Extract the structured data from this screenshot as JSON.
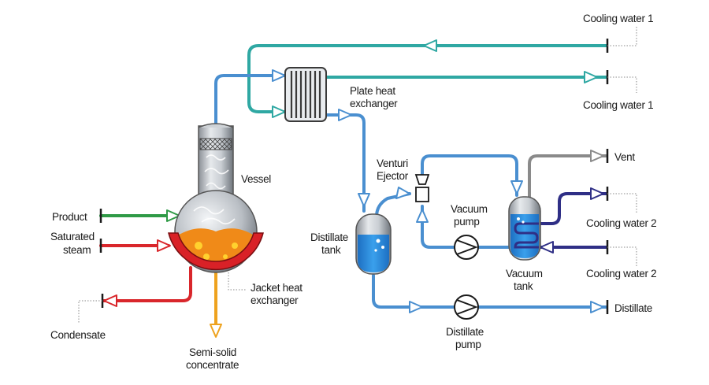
{
  "colors": {
    "cooling_water_1": "#2fa8a3",
    "vapor_distillate": "#4a8fd0",
    "product": "#2f9a46",
    "steam": "#d9262b",
    "concentrate": "#eea21e",
    "vent": "#8a8a8a",
    "cooling_water_2": "#2f2f86",
    "jacket": "#d92127",
    "liquid_orange": "#f08a18",
    "liquid_blue": "#2f8ee0"
  },
  "labels": {
    "cooling_water_1_top": "Cooling water 1",
    "cooling_water_1_bottom": "Cooling water 1",
    "plate_hx_line1": "Plate heat",
    "plate_hx_line2": "exchanger",
    "vessel": "Vessel",
    "product": "Product",
    "saturated_line1": "Saturated",
    "saturated_line2": "steam",
    "condensate": "Condensate",
    "jacket_line1": "Jacket heat",
    "jacket_line2": "exchanger",
    "semisolid_line1": "Semi-solid",
    "semisolid_line2": "concentrate",
    "venturi_line1": "Venturi",
    "venturi_line2": "Ejector",
    "distillate_tank_line1": "Distillate",
    "distillate_tank_line2": "tank",
    "vacuum_pump_line1": "Vacuum",
    "vacuum_pump_line2": "pump",
    "vacuum_tank_line1": "Vacuum",
    "vacuum_tank_line2": "tank",
    "vent": "Vent",
    "cooling_water_2_top": "Cooling water 2",
    "cooling_water_2_bottom": "Cooling water 2",
    "distillate_pump_line1": "Distillate",
    "distillate_pump_line2": "pump",
    "distillate": "Distillate"
  }
}
